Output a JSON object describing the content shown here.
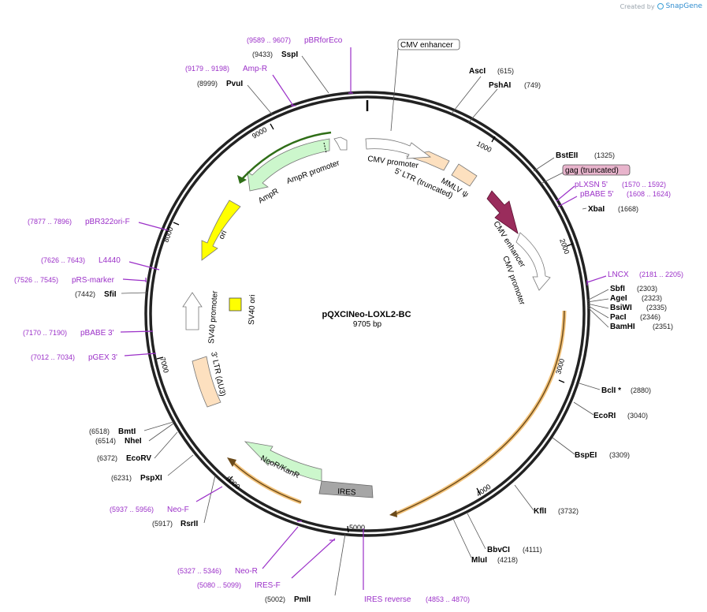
{
  "credit": {
    "prefix": "Created by",
    "brand": "SnapGene"
  },
  "plasmid": {
    "name": "pQXCINeo-LOXL2-BC",
    "length": "9705 bp"
  },
  "ticks": [
    "1000",
    "2000",
    "3000",
    "4000",
    "5000",
    "6000",
    "7000",
    "8000",
    "9000"
  ],
  "sites": {
    "asci": {
      "name": "AscI",
      "pos": "(615)"
    },
    "pshai": {
      "name": "PshAI",
      "pos": "(749)"
    },
    "bsteii": {
      "name": "BstEII",
      "pos": "(1325)"
    },
    "xbai": {
      "name": "XbaI",
      "pos": "(1668)"
    },
    "sbfi": {
      "name": "SbfI",
      "pos": "(2303)"
    },
    "agei": {
      "name": "AgeI",
      "pos": "(2323)"
    },
    "bsiwi": {
      "name": "BsiWI",
      "pos": "(2335)"
    },
    "paci": {
      "name": "PacI",
      "pos": "(2346)"
    },
    "bamhi": {
      "name": "BamHI",
      "pos": "(2351)"
    },
    "bcli": {
      "name": "BclI *",
      "pos": "(2880)"
    },
    "ecori": {
      "name": "EcoRI",
      "pos": "(3040)"
    },
    "bspei": {
      "name": "BspEI",
      "pos": "(3309)"
    },
    "kfli": {
      "name": "KflI",
      "pos": "(3732)"
    },
    "bbvci": {
      "name": "BbvCI",
      "pos": "(4111)"
    },
    "mlui": {
      "name": "MluI",
      "pos": "(4218)"
    },
    "pmli": {
      "name": "PmlI",
      "pos": "(5002)"
    },
    "rsrii": {
      "name": "RsrII",
      "pos": "(5917)"
    },
    "pspxi": {
      "name": "PspXI",
      "pos": "(6231)"
    },
    "ecorv": {
      "name": "EcoRV",
      "pos": "(6372)"
    },
    "nhei": {
      "name": "NheI",
      "pos": "(6514)"
    },
    "bmti": {
      "name": "BmtI",
      "pos": "(6518)"
    },
    "sfii": {
      "name": "SfiI",
      "pos": "(7442)"
    },
    "pvui": {
      "name": "PvuI",
      "pos": "(8999)"
    },
    "sspi": {
      "name": "SspI",
      "pos": "(9433)"
    }
  },
  "primers": {
    "pbrforeco": {
      "name": "pBRforEco",
      "pos": "(9589 .. 9607)"
    },
    "ampr": {
      "name": "Amp-R",
      "pos": "(9179 .. 9198)"
    },
    "pbr322": {
      "name": "pBR322ori-F",
      "pos": "(7877 .. 7896)"
    },
    "l4440": {
      "name": "L4440",
      "pos": "(7626 .. 7643)"
    },
    "prs": {
      "name": "pRS-marker",
      "pos": "(7526 .. 7545)"
    },
    "pbabe3": {
      "name": "pBABE 3'",
      "pos": "(7170 .. 7190)"
    },
    "pgex3": {
      "name": "pGEX 3'",
      "pos": "(7012 .. 7034)"
    },
    "neof": {
      "name": "Neo-F",
      "pos": "(5937 .. 5956)"
    },
    "neor": {
      "name": "Neo-R",
      "pos": "(5327 .. 5346)"
    },
    "iresf": {
      "name": "IRES-F",
      "pos": "(5080 .. 5099)"
    },
    "iresrev": {
      "name": "IRES reverse",
      "pos": "(4853 .. 4870)"
    },
    "lncx": {
      "name": "LNCX",
      "pos": "(2181 .. 2205)"
    },
    "plxsn": {
      "name": "pLXSN 5'",
      "pos": "(1570 .. 1592)"
    },
    "pbabe5": {
      "name": "pBABE 5'",
      "pos": "(1608 .. 1624)"
    }
  },
  "features": {
    "cmv_enhancer_box": "CMV enhancer",
    "gag_box": "gag (truncated)",
    "cmv_promoter_a": "CMV promoter",
    "ltr5": "5' LTR (truncated)",
    "mmlv": "MMLV ψ",
    "cmv_enhancer_b": "CMV enhancer",
    "cmv_promoter_b": "CMV promoter",
    "ampr": "AmpR",
    "ampr_promoter": "AmpR promoter",
    "ori": "ori",
    "sv40_ori": "SV40 ori",
    "sv40_promoter": "SV40 promoter",
    "ltr3": "3' LTR (ΔU3)",
    "neo": "NeoR/KanR",
    "ires": "IRES"
  },
  "colors": {
    "ampr": "#ccf7cc",
    "ori": "#ffff00",
    "ltr": "#fde0bf",
    "gag": "#9a2c5c",
    "gag_box_fill": "#e8b4cc",
    "ires": "#a6a6a6",
    "orf_line": "#f2c27a",
    "primer": "#9b30c8"
  }
}
